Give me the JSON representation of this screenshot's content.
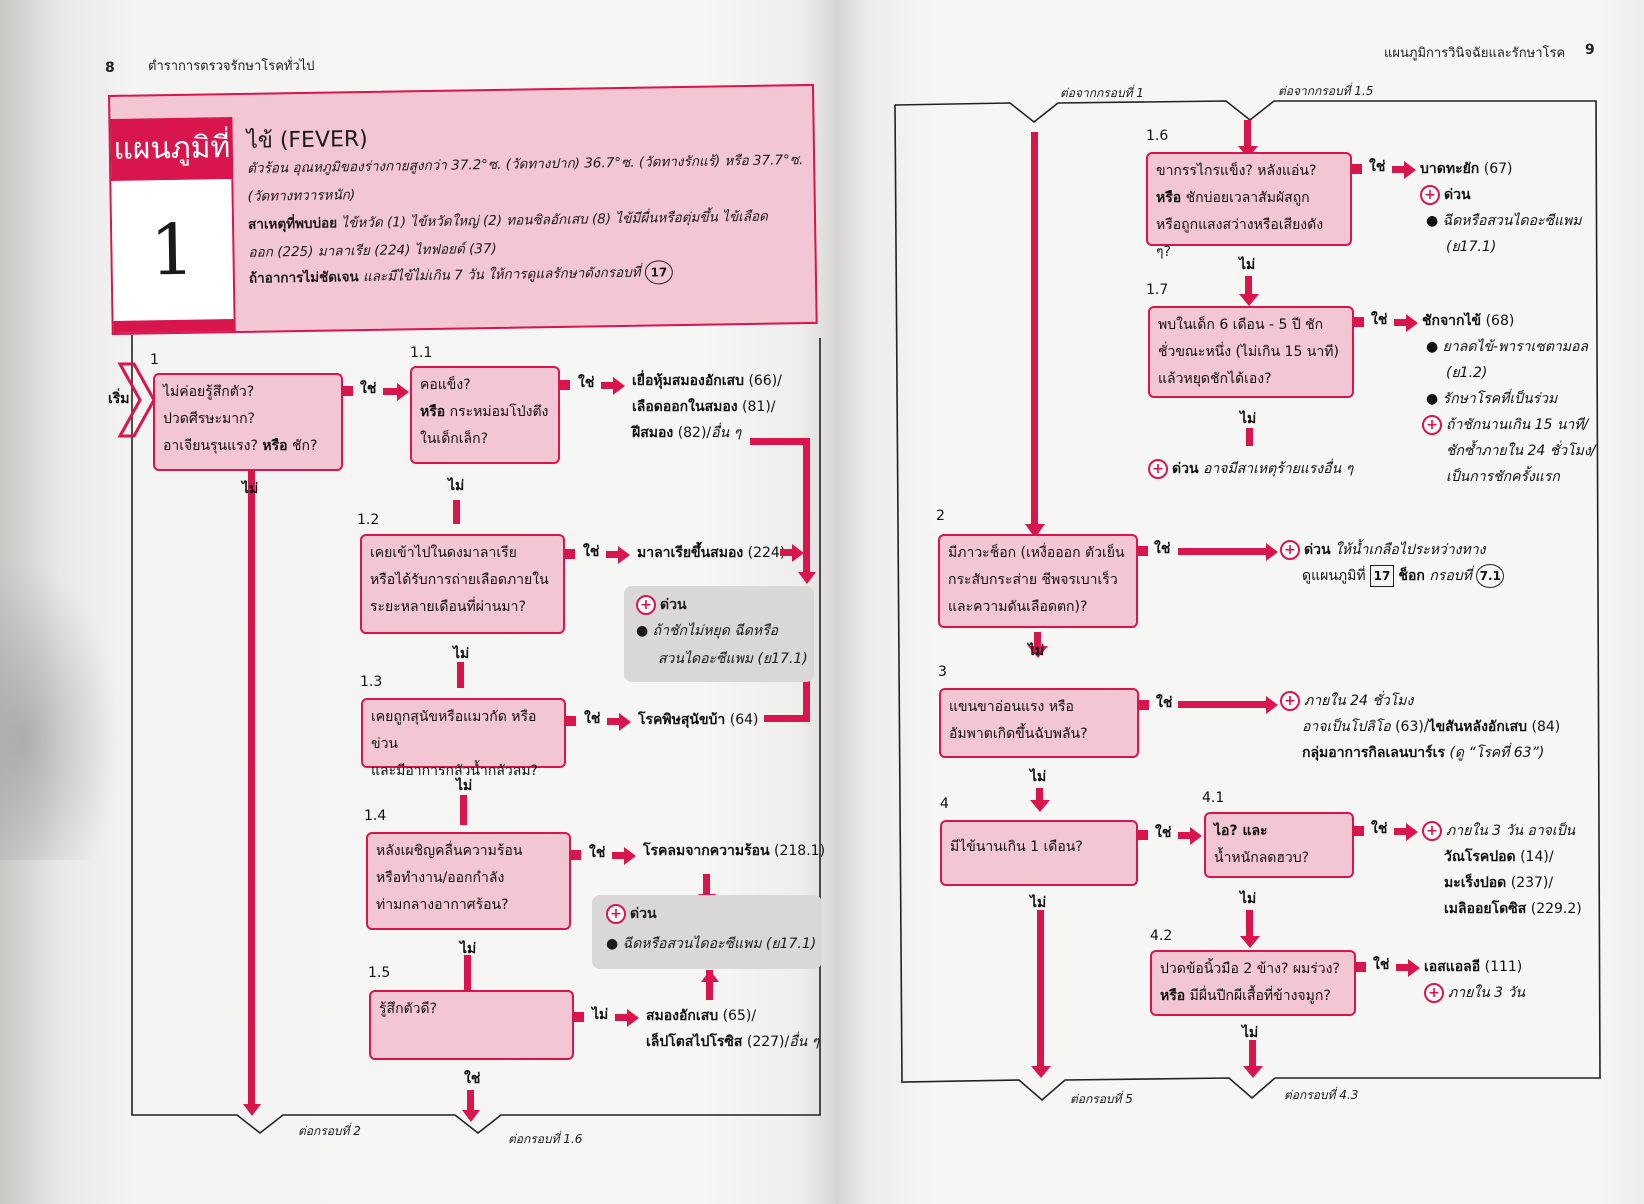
{
  "left_header": {
    "page_num": "8",
    "book_title": "ตำราการตรวจรักษาโรคทั่วไป"
  },
  "right_header": {
    "chapter_title": "แผนภูมิการวินิจฉัยและรักษาโรค",
    "page_num": "9"
  },
  "chart": {
    "label": "แผนภูมิที่",
    "number": "1",
    "title": "ไข้ (FEVER)",
    "desc1": "ตัวร้อน อุณหภูมิของร่างกายสูงกว่า 37.2°ซ. (วัดทางปาก) 36.7°ซ. (วัดทางรักแร้) หรือ 37.7°ซ.",
    "desc2": "(วัดทางทวารหนัก)",
    "causes_label": "สาเหตุที่พบบ่อย",
    "causes1": "ไข้หวัด (1) ไข้หวัดใหญ่ (2) ทอนซิลอักเสบ (8) ไข้มีผื่นหรือตุ่มขึ้น ไข้เลือด",
    "causes2": "ออก (225) มาลาเรีย (224) ไทฟอยด์ (37)",
    "note_bold": "ถ้าอาการไม่ชัดเจน",
    "note_rest": "และมีไข้ไม่เกิน 7 วัน ให้การดูแลรักษาดังกรอบที่",
    "note_ref": "17"
  },
  "common": {
    "yes": "ใช่",
    "no": "ไม่",
    "start": "เริ่ม",
    "urgent": "ด่วน"
  },
  "left": {
    "s1": {
      "num": "1",
      "l1": "ไม่ค่อยรู้สึกตัว?",
      "l2": "ปวดศีรษะมาก?",
      "l3a": "อาเจียนรุนแรง?",
      "l3b": "หรือ",
      "l3c": "ชัก?"
    },
    "s11": {
      "num": "1.1",
      "l1": "คอแข็ง?",
      "l2a": "หรือ",
      "l2b": "กระหม่อมโป่งตึง",
      "l3": "ในเด็กเล็ก?"
    },
    "r11": {
      "l1a": "เยื่อหุ้มสมองอักเสบ",
      "l1b": "(66)/",
      "l2a": "เลือดออกในสมอง",
      "l2b": "(81)/",
      "l3a": "ฝีสมอง",
      "l3b": "(82)/",
      "l3c": "อื่น ๆ"
    },
    "s12": {
      "num": "1.2",
      "l1": "เคยเข้าไปในดงมาลาเรีย",
      "l2": "หรือได้รับการถ่ายเลือดภายใน",
      "l3": "ระยะหลายเดือนที่ผ่านมา?"
    },
    "r12": {
      "a": "มาลาเรียขึ้นสมอง",
      "b": "(224)"
    },
    "g1": {
      "l1": "ถ้าชักไม่หยุด ฉีดหรือ",
      "l2": "สวนไดอะซีแพม (ย17.1)"
    },
    "s13": {
      "num": "1.3",
      "l1": "เคยถูกสุนัขหรือแมวกัด หรือข่วน",
      "l2": "และมีอาการกลัวน้ำกลัวลม?"
    },
    "r13": {
      "a": "โรคพิษสุนัขบ้า",
      "b": "(64)"
    },
    "s14": {
      "num": "1.4",
      "l1": "หลังเผชิญคลื่นความร้อน",
      "l2": "หรือทำงาน/ออกกำลัง",
      "l3": "ท่ามกลางอากาศร้อน?"
    },
    "r14": {
      "a": "โรคลมจากความร้อน",
      "b": "(218.1)"
    },
    "g2": {
      "l1": "ฉีดหรือสวนไดอะซีแพม (ย17.1)"
    },
    "s15": {
      "num": "1.5",
      "l1": "รู้สึกตัวดี?"
    },
    "r15": {
      "l1a": "สมองอักเสบ",
      "l1b": "(65)/",
      "l2a": "เล็ปโตสไปโรซิส",
      "l2b": "(227)/",
      "l2c": "อื่น ๆ"
    },
    "cont1": "ต่อกรอบที่ 2",
    "cont2": "ต่อกรอบที่ 1.6"
  },
  "right": {
    "from1": "ต่อจากกรอบที่ 1",
    "from2": "ต่อจากกรอบที่ 1.5",
    "s16": {
      "num": "1.6",
      "l1": "ขากรรไกรแข็ง? หลังแอ่น?",
      "l2a": "หรือ",
      "l2b": "ชักบ่อยเวลาสัมผัสถูก",
      "l3": "หรือถูกแสงสว่างหรือเสียงดัง ๆ?"
    },
    "r16": {
      "a": "บาดทะยัก",
      "b": "(67)",
      "c": "ฉีดหรือสวนไดอะซีแพม",
      "d": "(ย17.1)"
    },
    "s17": {
      "num": "1.7",
      "l1": "พบในเด็ก 6 เดือน - 5 ปี ชัก",
      "l2": "ชั่วขณะหนึ่ง (ไม่เกิน 15 นาที)",
      "l3": "แล้วหยุดชักได้เอง?"
    },
    "r17": {
      "a": "ชักจากไข้",
      "b": "(68)",
      "c": "ยาลดไข้-พาราเซตามอล",
      "d": "(ย1.2)",
      "e": "รักษาโรคที่เป็นร่วม",
      "f": "ถ้าชักนานเกิน 15 นาที/",
      "g": "ชักซ้ำภายใน 24 ชั่วโมง/",
      "h": "เป็นการชักครั้งแรก"
    },
    "n17": {
      "a": "ด่วน",
      "b": "อาจมีสาเหตุร้ายแรงอื่น ๆ"
    },
    "s2": {
      "num": "2",
      "l1": "มีภาวะช็อก (เหงื่อออก ตัวเย็น",
      "l2": "กระสับกระส่าย ชีพจรเบาเร็ว",
      "l3": "และความดันเลือดตก)?"
    },
    "r2": {
      "a": "ด่วน",
      "b": "ให้น้ำเกลือไประหว่างทาง",
      "c": "ดูแผนภูมิที่",
      "d": "17",
      "e": "ช็อก",
      "f": "กรอบที่",
      "g": "7.1"
    },
    "s3": {
      "num": "3",
      "l1": "แขนขาอ่อนแรง หรือ",
      "l2": "อัมพาตเกิดขึ้นฉับพลัน?"
    },
    "r3": {
      "a": "ภายใน 24 ชั่วโมง",
      "b": "อาจเป็นโปลิโอ",
      "c": "(63)/",
      "d": "ไขสันหลังอักเสบ",
      "e": "(84)",
      "f": "กลุ่มอาการกิลเลนบาร์เร",
      "g": "(ดู “โรคที่ 63”)"
    },
    "s4": {
      "num": "4",
      "l1": "มีไข้นานเกิน 1 เดือน?"
    },
    "s41": {
      "num": "4.1",
      "l1": "ไอ? และ",
      "l2": "น้ำหนักลดฮวบ?"
    },
    "r41": {
      "a": "ภายใน 3 วัน",
      "b": "อาจเป็น",
      "c": "วัณโรคปอด",
      "d": "(14)/",
      "e": "มะเร็งปอด",
      "f": "(237)/",
      "g": "เมลิออยโดซิส",
      "h": "(229.2)"
    },
    "s42": {
      "num": "4.2",
      "l1": "ปวดข้อนิ้วมือ 2 ข้าง? ผมร่วง?",
      "l2a": "หรือ",
      "l2b": "มีผื่นปีกผีเสื้อที่ข้างจมูก?"
    },
    "r42": {
      "a": "เอสแอลอี",
      "b": "(111)",
      "c": "ภายใน 3 วัน"
    },
    "cont1": "ต่อกรอบที่ 5",
    "cont2": "ต่อกรอบที่ 4.3"
  }
}
